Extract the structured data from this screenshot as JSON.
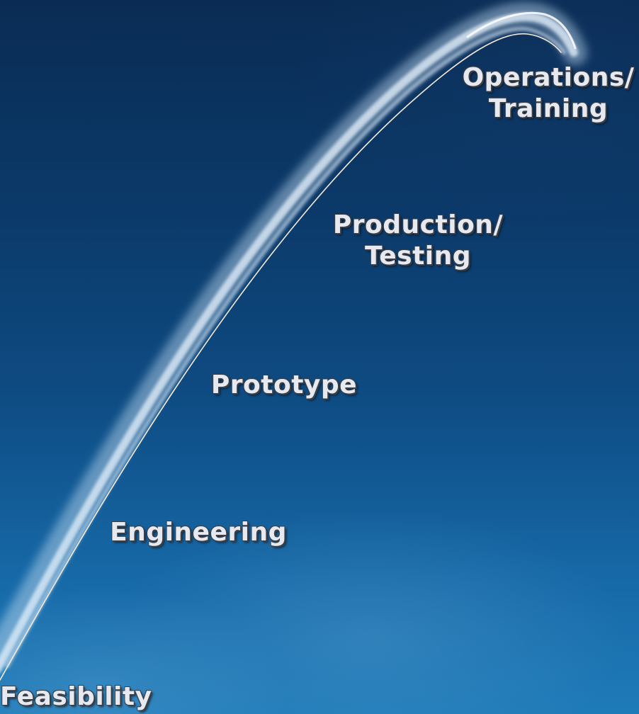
{
  "diagram": {
    "phases": [
      {
        "id": "feasibility",
        "lines": [
          "Feasibility"
        ]
      },
      {
        "id": "engineering",
        "lines": [
          "Engineering"
        ]
      },
      {
        "id": "prototype",
        "lines": [
          "Prototype"
        ]
      },
      {
        "id": "production",
        "lines": [
          "Production/",
          "Testing"
        ]
      },
      {
        "id": "operations",
        "lines": [
          "Operations/",
          "Training"
        ]
      }
    ],
    "colors": {
      "sky_top": "#0a2c54",
      "sky_bottom": "#1f7bb8",
      "label_text": "#e6e9ef",
      "trail": "#dfeaf5"
    }
  }
}
